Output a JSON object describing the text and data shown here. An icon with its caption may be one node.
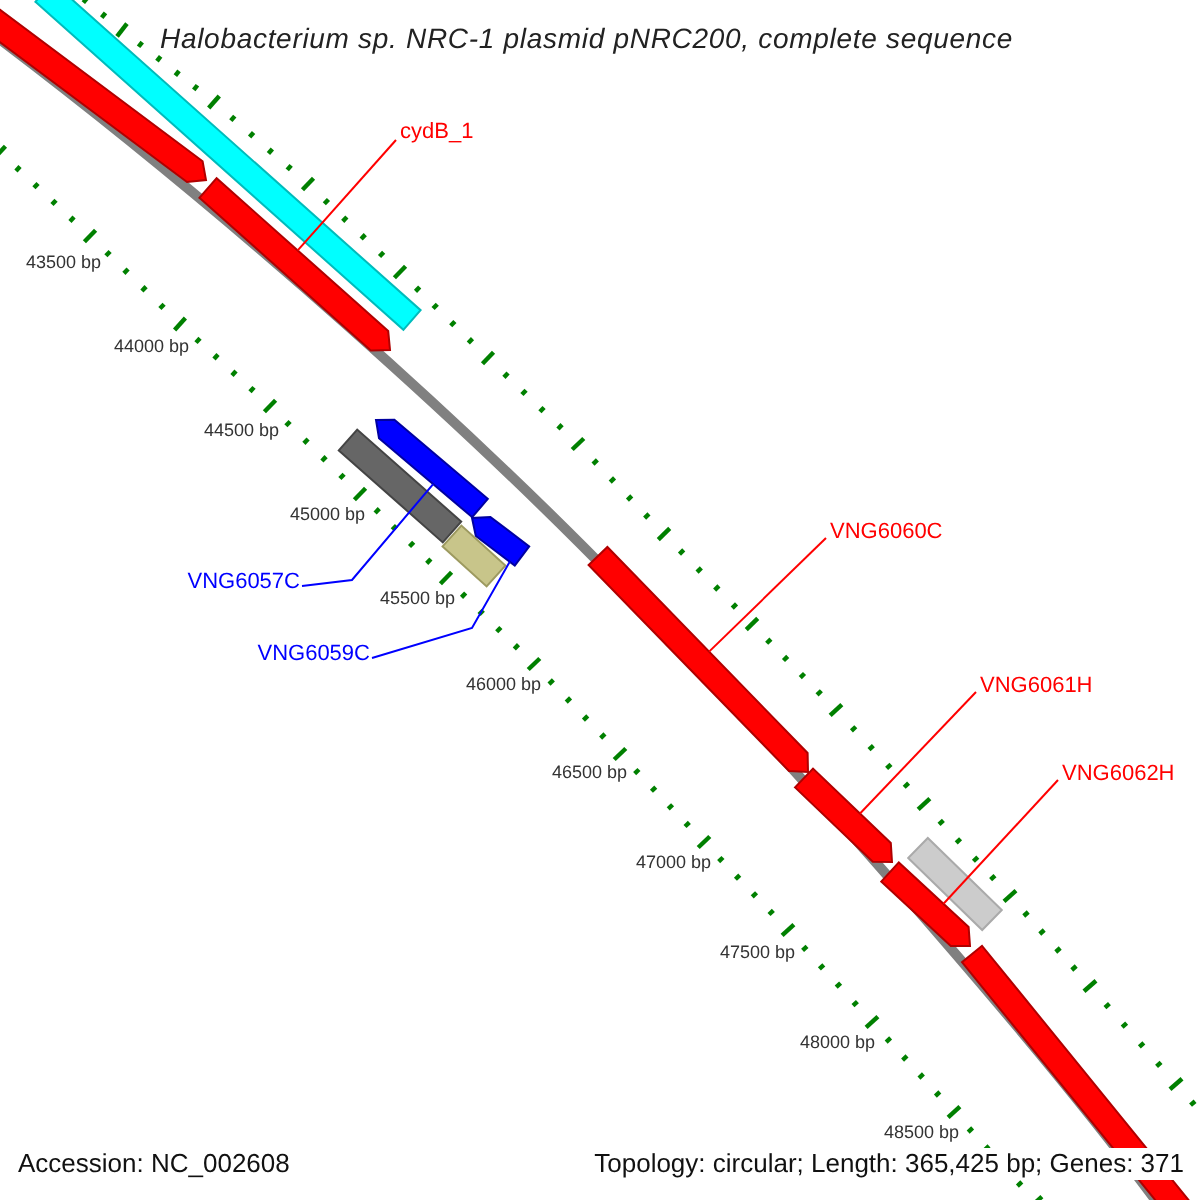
{
  "diagram": {
    "title": "Halobacterium sp. NRC-1 plasmid pNRC200, complete sequence",
    "nodes": [
      {
        "text": [
          "cydB_1"
        ]
      },
      {
        "text": [
          "VNG6057C"
        ]
      },
      {
        "text": [
          "VNG6059C"
        ]
      },
      {
        "text": [
          "VNG6060C"
        ]
      },
      {
        "text": [
          "VNG6061H"
        ]
      },
      {
        "text": [
          "VNG6062H"
        ]
      },
      {
        "text": [],
        "shape": "bar"
      },
      {
        "text": [],
        "shape": "arrow"
      },
      {
        "text": [],
        "shape": "arrow"
      },
      {
        "text": [],
        "shape": "arrow"
      },
      {
        "text": [],
        "shape": "arrow"
      },
      {
        "text": [],
        "shape": "bar"
      },
      {
        "text": [],
        "shape": "bar"
      },
      {
        "text": [],
        "shape": "arrow"
      },
      {
        "text": [],
        "shape": "arrow"
      },
      {
        "text": [],
        "shape": "bar"
      },
      {
        "text": [],
        "shape": "arrow"
      },
      {
        "text": [],
        "shape": "bar"
      }
    ],
    "edges": [
      {
        "from": 0,
        "to": 8,
        "arrow": "none"
      },
      {
        "from": 1,
        "to": 9,
        "arrow": "none",
        "color": "#0000ff"
      },
      {
        "from": 2,
        "to": 10,
        "arrow": "none",
        "color": "#0000ff"
      },
      {
        "from": 3,
        "to": 13,
        "arrow": "none"
      },
      {
        "from": 4,
        "to": 14,
        "arrow": "none"
      },
      {
        "from": 5,
        "to": 16,
        "arrow": "none"
      }
    ],
    "labels": [
      "43500 bp",
      "44000 bp",
      "44500 bp",
      "45000 bp",
      "45500 bp",
      "46000 bp",
      "46500 bp",
      "47000 bp",
      "47500 bp",
      "48000 bp",
      "48500 bp",
      "Accession: NC_002608",
      "Topology: circular; Length: 365,425 bp; Genes: 371"
    ]
  }
}
